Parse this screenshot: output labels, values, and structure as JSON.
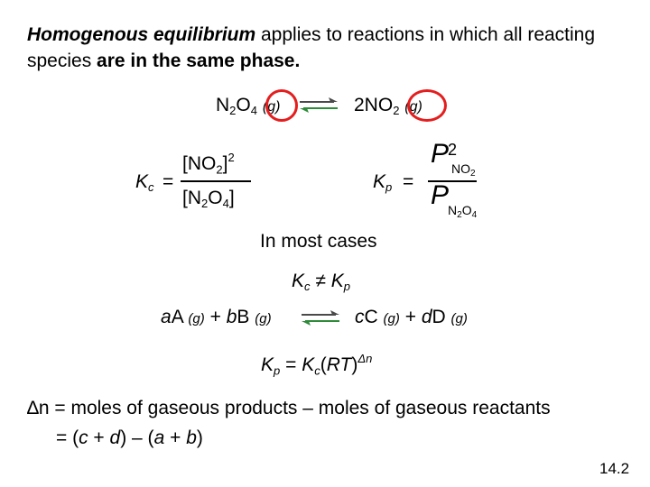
{
  "intro": {
    "term": "Homogenous equilibrium",
    "text1": " applies to reactions in which all reacting species ",
    "emph": "are in the same phase."
  },
  "reaction1": {
    "left_N": "N",
    "left_sub1": "2",
    "left_O": "O",
    "left_sub2": "4",
    "left_phase": "(g)",
    "right_coef_N": "2NO",
    "right_sub": "2",
    "right_phase": "(g)"
  },
  "kc_expr": {
    "symbol": "K",
    "symbol_sub": "c",
    "equals": "=",
    "num_open": "[NO",
    "num_sub": "2",
    "num_close": "]",
    "num_exp": "2",
    "den_open": "[N",
    "den_sub1": "2",
    "den_O": "O",
    "den_sub2": "4",
    "den_close": "]"
  },
  "kp_expr": {
    "symbol": "K",
    "symbol_sub": "p",
    "equals": "=",
    "num_P": "P",
    "num_exp": "2",
    "num_sub_NO": "NO",
    "num_sub_2": "2",
    "den_P": "P",
    "den_sub_N": "N",
    "den_sub_2a": "2",
    "den_sub_O": "O",
    "den_sub_4": "4"
  },
  "note": "In most cases",
  "inequality": {
    "lhs": "K",
    "lhs_sub": "c",
    "neq": "≠",
    "rhs": "K",
    "rhs_sub": "p"
  },
  "general_reaction": {
    "a": "a",
    "A": "A",
    "phase1": "(g)",
    "plus1": "+",
    "b": "b",
    "B": "B",
    "phase2": "(g)",
    "c": "c",
    "C": "C",
    "phase3": "(g)",
    "plus2": "+",
    "d": "d",
    "D": "D",
    "phase4": "(g)"
  },
  "kp_kc": {
    "K1": "K",
    "sub1": "p",
    "eq": "=",
    "K2": "K",
    "sub2": "c",
    "paren_open": "(",
    "RT": "RT",
    "paren_close": ")",
    "exp": "Δn"
  },
  "delta_n": {
    "line1": "∆n = moles of gaseous products – moles of gaseous reactants",
    "line2_prefix": "= (",
    "line2_c": "c",
    "line2_plus1": " + ",
    "line2_d": "d",
    "line2_mid": ") – (",
    "line2_a": "a",
    "line2_plus2": " + ",
    "line2_b": "b",
    "line2_end": ")"
  },
  "slide_number": "14.2",
  "colors": {
    "highlight_ring": "#e41e1e",
    "arrow_top": "#4a4a4a",
    "arrow_bottom": "#2e8b3a"
  }
}
